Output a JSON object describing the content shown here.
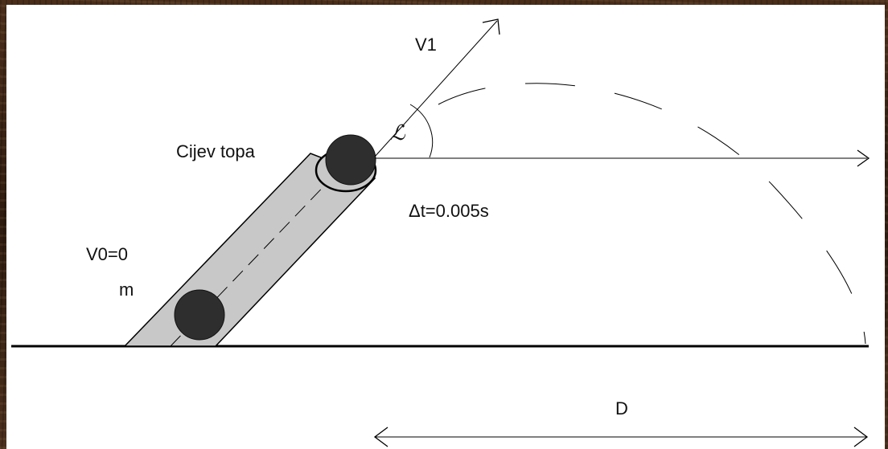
{
  "labels": {
    "v1": "V1",
    "cannon_barrel": "Cijev topa",
    "delta_t": "Δt=0.005s",
    "v0": "V0=0",
    "mass": "m",
    "distance": "D"
  },
  "angle_symbol": "ℒ",
  "colors": {
    "background": "#ffffff",
    "barrel_fill": "#c8c8c8",
    "ball": "#2e2e2e",
    "stroke": "#000000",
    "frame": "#3a2416"
  }
}
